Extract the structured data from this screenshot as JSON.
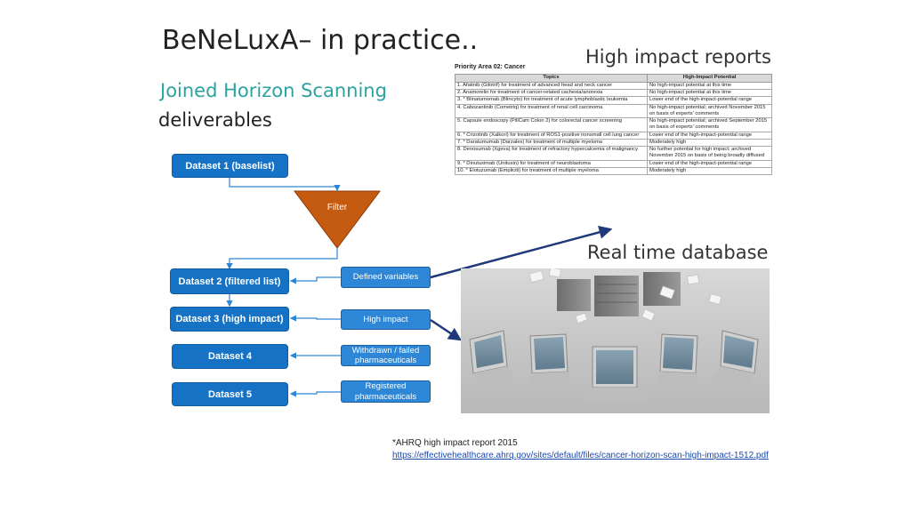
{
  "slide": {
    "title": "BeNeLuxA– in practice..",
    "subtitle": "Joined Horizon Scanning",
    "subtitle2": "deliverables"
  },
  "labels": {
    "high_impact_reports": "High impact reports",
    "real_time_database": "Real time database"
  },
  "flow": {
    "dataset1": "Dataset 1 (baselist)",
    "filter": "Filter",
    "dataset2": "Dataset 2 (filtered list)",
    "dataset3": "Dataset 3 (high impact)",
    "dataset4": "Dataset 4",
    "dataset5": "Dataset 5",
    "var_defined": "Defined variables",
    "var_high_impact": "High impact",
    "var_withdrawn": "Withdrawn / failed pharmaceuticals",
    "var_registered": "Registered pharmaceuticals"
  },
  "colors": {
    "dataset_box": "#1572c4",
    "variable_box": "#2e86d6",
    "filter_triangle": "#c55a11",
    "arrow_navy": "#1f3a7a",
    "subtitle_teal": "#2aa3a1"
  },
  "report": {
    "heading": "Priority Area 02: Cancer",
    "columns": [
      "Topics",
      "High-Impact Potential"
    ],
    "rows": [
      {
        "topic": "1.   Afatinib (Gilotrif) for treatment of advanced head and neck cancer",
        "potential": "No high-impact potential at this time"
      },
      {
        "topic": "2.   Anamorelin for treatment of cancer-related cachexia/anorexia",
        "potential": "No high-impact potential at this time"
      },
      {
        "topic": "3.   * Blinatumomab (Blincyto) for treatment of acute lymphoblastic leukemia",
        "potential": "Lower end of the high-impact-potential range"
      },
      {
        "topic": "4.   Cabozantinib (Cometriq) for treatment of renal cell carcinoma",
        "potential": "No high-impact potential; archived November 2015 on basis of experts' comments"
      },
      {
        "topic": "5.   Capsule endoscopy (PillCam Colon 2) for colorectal cancer screening",
        "potential": "No high-impact potential; archived September 2015 on basis of experts' comments"
      },
      {
        "topic": "6.   * Crizotinib (Xalkori) for treatment of ROS1-positive nonsmall cell lung cancer",
        "potential": "Lower end of the high-impact-potential range"
      },
      {
        "topic": "7.   * Daratumumab (Darzalex) for treatment of multiple myeloma",
        "potential": "Moderately high"
      },
      {
        "topic": "8.   Denosumab (Xgeva) for treatment of refractory hypercalcemia of malignancy",
        "potential": "No further potential for high impact; archived November 2015 on basis of being broadly diffused"
      },
      {
        "topic": "9.   * Dinutuximab (Unituxin) for treatment of neuroblastoma",
        "potential": "Lower end of the high-impact-potential range"
      },
      {
        "topic": "10.  * Elotuzumab (Empliciti) for treatment of multiple myeloma",
        "potential": "Moderately high"
      }
    ]
  },
  "footer": {
    "note": "*AHRQ high impact report 2015",
    "link": "https://effectivehealthcare.ahrq.gov/sites/default/files/cancer-horizon-scan-high-impact-1512.pdf"
  }
}
